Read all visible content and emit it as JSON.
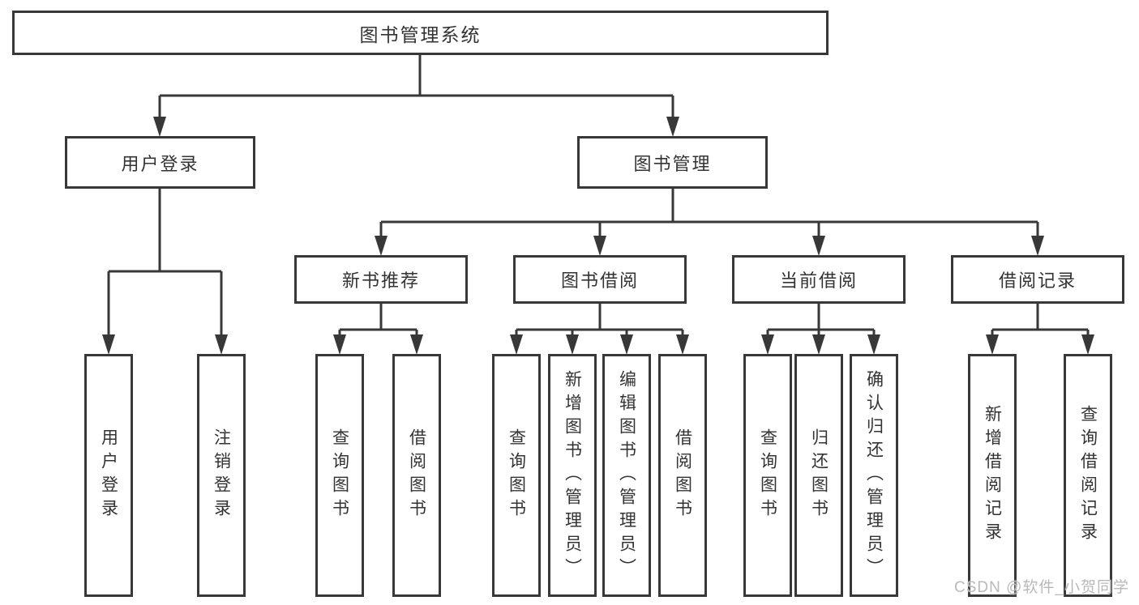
{
  "tree": {
    "root": {
      "label": "图书管理系统",
      "children": [
        {
          "label": "用户登录",
          "children": [
            {
              "label": "用户登录"
            },
            {
              "label": "注销登录"
            }
          ]
        },
        {
          "label": "图书管理",
          "children": [
            {
              "label": "新书推荐",
              "children": [
                {
                  "label": "查询图书"
                },
                {
                  "label": "借阅图书"
                }
              ]
            },
            {
              "label": "图书借阅",
              "children": [
                {
                  "label": "查询图书"
                },
                {
                  "label": "新增图书（管理员）"
                },
                {
                  "label": "编辑图书（管理员）"
                },
                {
                  "label": "借阅图书"
                }
              ]
            },
            {
              "label": "当前借阅",
              "children": [
                {
                  "label": "查询图书"
                },
                {
                  "label": "归还图书"
                },
                {
                  "label": "确认归还（管理员）"
                }
              ]
            },
            {
              "label": "借阅记录",
              "children": [
                {
                  "label": "新增借阅记录"
                },
                {
                  "label": "查询借阅记录"
                }
              ]
            }
          ]
        }
      ]
    }
  },
  "watermark": {
    "text": "CSDN @软件_小贺同学"
  },
  "colors": {
    "line": "#383838",
    "text": "#333333",
    "background": "#ffffff",
    "watermark": "#b9b9b9"
  }
}
